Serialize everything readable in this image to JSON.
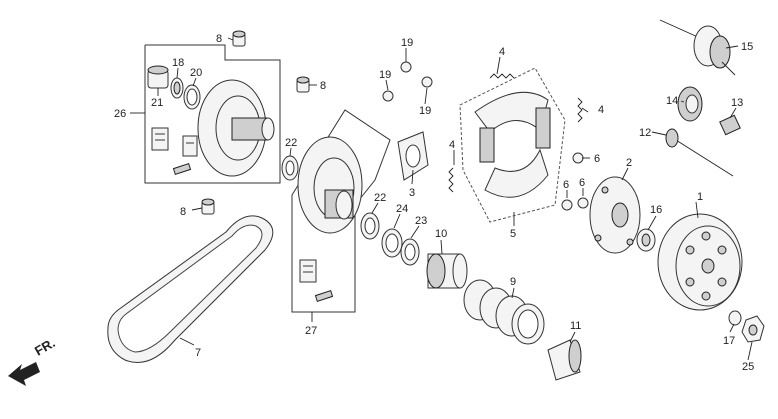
{
  "labels": {
    "l1": "1",
    "l2": "2",
    "l3": "3",
    "l4a": "4",
    "l4b": "4",
    "l4c": "4",
    "l5": "5",
    "l6a": "6",
    "l6b": "6",
    "l6c": "6",
    "l7": "7",
    "l8a": "8",
    "l8b": "8",
    "l8c": "8",
    "l9": "9",
    "l10": "10",
    "l11": "11",
    "l12": "12",
    "l13": "13",
    "l14": "14",
    "l15": "15",
    "l16": "16",
    "l17": "17",
    "l18": "18",
    "l19a": "19",
    "l19b": "19",
    "l19c": "19",
    "l20": "20",
    "l21": "21",
    "l22a": "22",
    "l22b": "22",
    "l23": "23",
    "l24": "24",
    "l25": "25",
    "l26": "26",
    "l27": "27"
  },
  "direction": {
    "text": "FR."
  }
}
